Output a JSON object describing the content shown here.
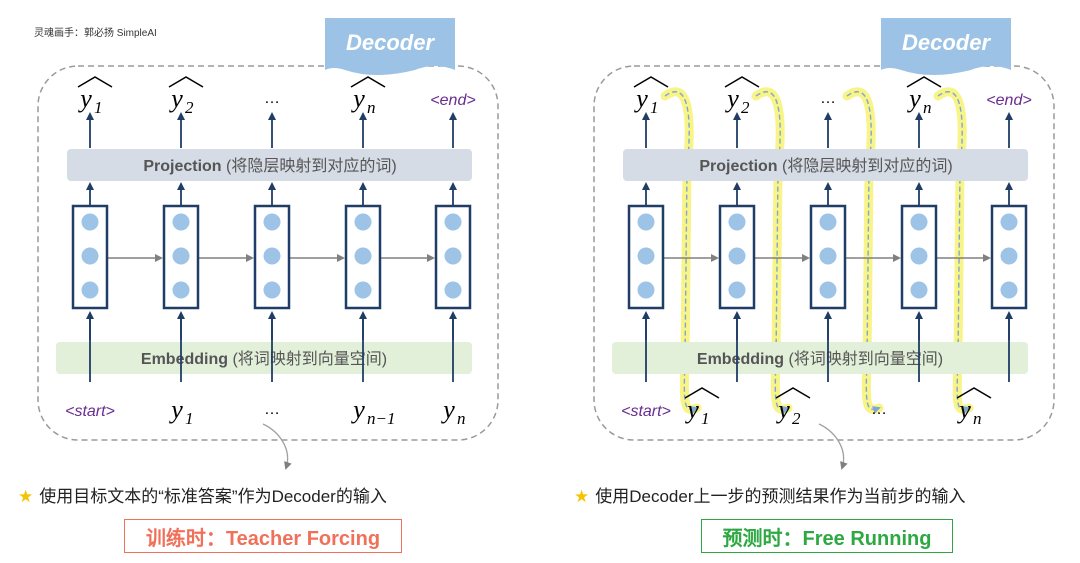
{
  "credit": "灵魂画手：郭必扬 SimpleAI",
  "panels": [
    {
      "header": "Decoder",
      "outputs": [
        {
          "kind": "hat",
          "base": "y",
          "sub": "1"
        },
        {
          "kind": "hat",
          "base": "y",
          "sub": "2"
        },
        {
          "kind": "dots",
          "text": "…"
        },
        {
          "kind": "hat",
          "base": "y",
          "sub": "n"
        },
        {
          "kind": "tag",
          "text": "<end>"
        }
      ],
      "projection_bold": "Projection",
      "projection_rest": " (将隐层映射到对应的词)",
      "embedding_bold": "Embedding",
      "embedding_rest": " (将词映射到向量空间)",
      "inputs": [
        {
          "kind": "tag",
          "text": "<start>"
        },
        {
          "kind": "plain",
          "base": "y",
          "sub": "1"
        },
        {
          "kind": "dots",
          "text": "…"
        },
        {
          "kind": "plain",
          "base": "y",
          "sub": "n−1"
        },
        {
          "kind": "plain",
          "base": "y",
          "sub": "n"
        }
      ],
      "caption": "使用目标文本的“标准答案”作为Decoder的输入",
      "mode": "训练时：Teacher Forcing",
      "mode_color": "#f0705a"
    },
    {
      "header": "Decoder",
      "outputs": [
        {
          "kind": "hat",
          "base": "y",
          "sub": "1"
        },
        {
          "kind": "hat",
          "base": "y",
          "sub": "2"
        },
        {
          "kind": "dots",
          "text": "…"
        },
        {
          "kind": "hat",
          "base": "y",
          "sub": "n"
        },
        {
          "kind": "tag",
          "text": "<end>"
        }
      ],
      "projection_bold": "Projection",
      "projection_rest": " (将隐层映射到对应的词)",
      "embedding_bold": "Embedding",
      "embedding_rest": " (将词映射到向量空间)",
      "inputs": [
        {
          "kind": "tag",
          "text": "<start>"
        },
        {
          "kind": "hat",
          "base": "y",
          "sub": "1"
        },
        {
          "kind": "hat",
          "base": "y",
          "sub": "2"
        },
        {
          "kind": "dots",
          "text": "…"
        },
        {
          "kind": "hat",
          "base": "y",
          "sub": "n"
        }
      ],
      "caption": "使用Decoder上一步的预测结果作为当前步的输入",
      "mode": "预测时：Free Running",
      "mode_color": "#2ea843"
    }
  ],
  "colors": {
    "header": "#9cc3e6",
    "projection": "#d6dce5",
    "embedding": "#e2efd9",
    "cell_border": "#1f3d66",
    "cell_dot": "#9dc3e6",
    "arrow": "#1f3d66",
    "highlight": "#f7f37a",
    "dashed_border": "#9a9a9a"
  }
}
